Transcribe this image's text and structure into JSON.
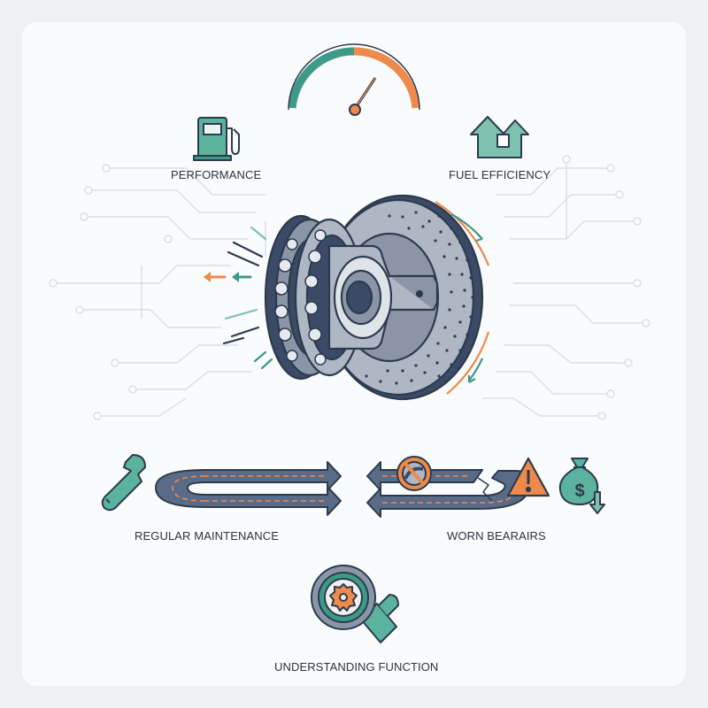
{
  "labels": {
    "performance": "PERFORMANCE",
    "fuel_efficiency": "FUEL EFFICIENCY",
    "regular_maintenance": "REGULAR MAINTENANCE",
    "worn_bearings": "WORN BEARAIRS",
    "understanding_function": "UNDERSTANDING FUNCTION"
  },
  "icons": {
    "gauge": "speedometer-gauge-icon",
    "fuel": "fuel-pump-icon",
    "efficiency": "u-turn-arrow-icon",
    "hub": "wheel-bearing-brake-disc-icon",
    "wrench": "wrench-icon",
    "warning": "warning-triangle-icon",
    "no_sign": "prohibited-sign-icon",
    "money": "money-bag-down-icon",
    "magnifier": "magnifier-gear-icon"
  },
  "colors": {
    "background": "#eef0f1",
    "card": "#fafbfc",
    "outline": "#2d3b4f",
    "steel": "#8a96a8",
    "navy": "#3b4a66",
    "teal": "#3d9a86",
    "teal_light": "#7cc2ae",
    "orange": "#ee8a4a",
    "circuit": "#d9e1e4"
  }
}
